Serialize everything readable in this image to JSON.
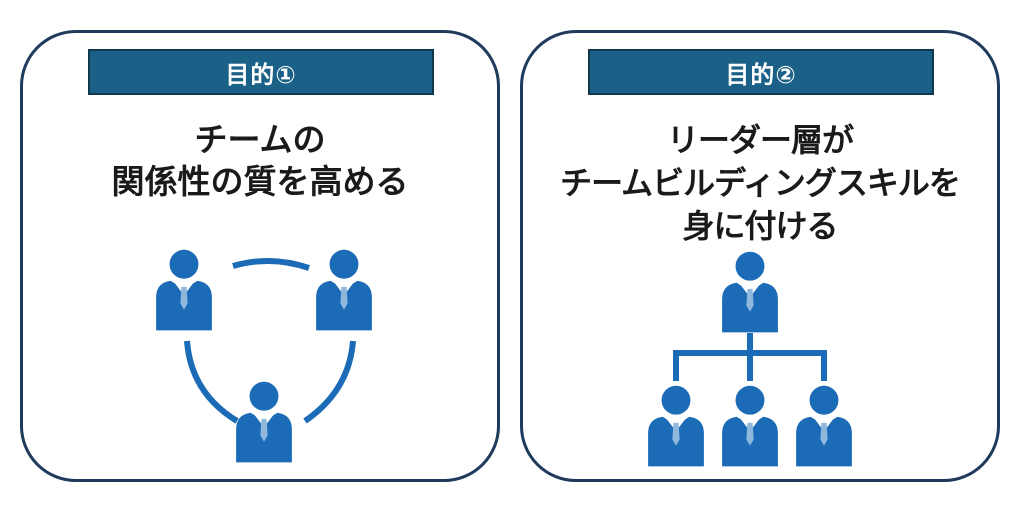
{
  "panels": [
    {
      "tag": "目的①",
      "heading_lines": [
        "チームの",
        "関係性の質を高める"
      ]
    },
    {
      "tag": "目的②",
      "heading_lines": [
        "リーダー層が",
        "チームビルディングスキルを",
        "身に付ける"
      ]
    }
  ],
  "colors": {
    "card_border": "#1f3a5c",
    "tag_fill": "#1b6187",
    "person_blue": "#1b6bb6",
    "tie": "#8fb8dc"
  },
  "icons": {
    "person": "businessperson-icon",
    "connector": "circle-arc-connector",
    "org": "org-chart-connector"
  }
}
